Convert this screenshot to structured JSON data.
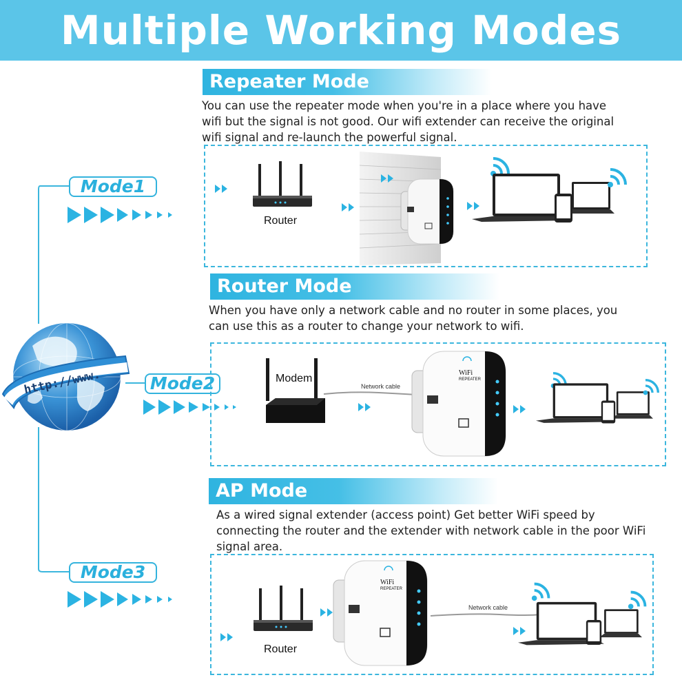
{
  "page_title": "Multiple Working Modes",
  "modes": [
    {
      "pill": "Mode1",
      "header": "Repeater Mode",
      "desc_lines": [
        "You can use the repeater mode when you're in a place where you have",
        "wifi but the signal is not good. Our wifi extender can receive the original",
        "wifi signal and re-launch the powerful signal."
      ],
      "device_label": "Router"
    },
    {
      "pill": "Mode2",
      "header": "Router Mode",
      "desc_lines": [
        "When you have only a network cable and no router in some places, you",
        "can use this as a router to change your network to wifi."
      ],
      "device_label": "Modem",
      "cable_label": "Network cable"
    },
    {
      "pill": "Mode3",
      "header": "AP Mode",
      "desc_lines": [
        "As a wired signal extender (access point) Get better WiFi speed by",
        "connecting the router and the extender with network cable in the poor WiFi",
        "signal area."
      ],
      "device_label": "Router",
      "cable_label": "Network cable"
    }
  ],
  "globe_text": "http://www.",
  "extender_brand": "WiFi",
  "extender_sub": "REPEATER",
  "colors": {
    "accent": "#5bc5e8",
    "arrow": "#2bb3e2",
    "dashed_border": "#3bb6dd",
    "header_bg": "#2fb4e0"
  },
  "icons": [
    "globe-icon",
    "router-icon",
    "modem-icon",
    "wall-icon",
    "extender-icon",
    "laptop-icon",
    "phone-icon",
    "wifi-signal-icon",
    "arrow-icon"
  ]
}
